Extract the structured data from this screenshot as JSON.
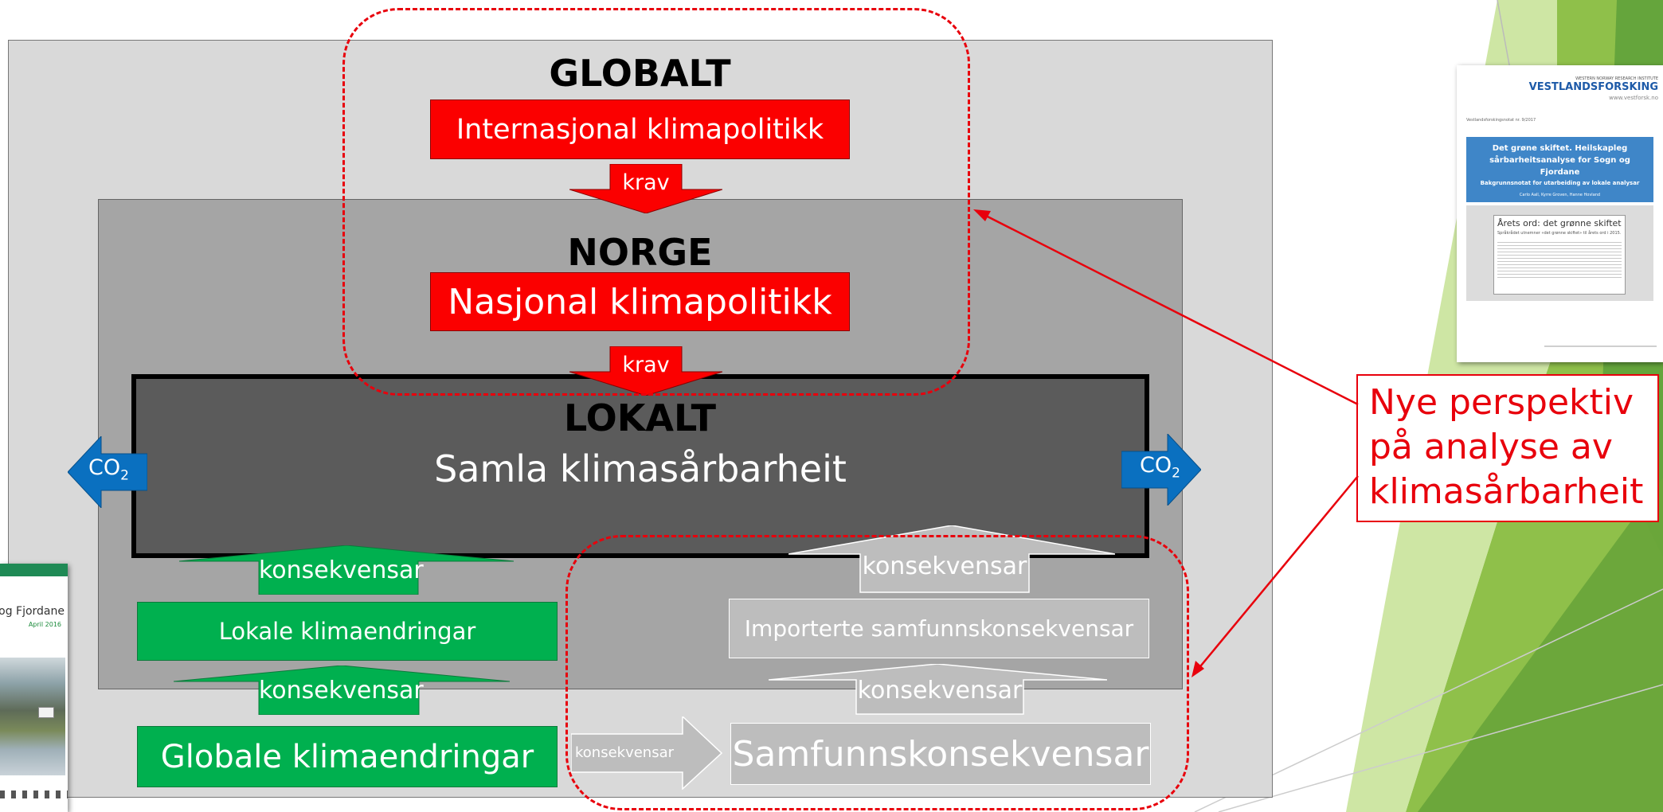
{
  "global": {
    "title": "GLOBALT",
    "policy": "Internasjonal klimapolitikk"
  },
  "national": {
    "title": "NORGE",
    "policy": "Nasjonal klimapolitikk"
  },
  "local": {
    "title": "LOKALT",
    "subtitle": "Samla klimasårbarheit"
  },
  "arrows": {
    "krav_1": "krav",
    "krav_2": "krav",
    "co2_left": "CO",
    "co2_right": "CO",
    "co2_sub": "2",
    "kons_green_top": "konsekvensar",
    "kons_green_bottom": "konsekvensar",
    "kons_grey_top": "konsekvensar",
    "kons_grey_bottom": "konsekvensar",
    "kons_side": "konsekvensar"
  },
  "boxes": {
    "lokale": "Lokale klimaendringar",
    "globale": "Globale klimaendringar",
    "importerte": "Importerte samfunnskonsekvensar",
    "samfunn": "Samfunnskonsekvensar"
  },
  "callout": {
    "line1": "Nye perspektiv",
    "line2": "på analyse av",
    "line3": "klimasårbarheit"
  },
  "report_right": {
    "institute_small": "WESTERN NORWAY RESEARCH INSTITUTE",
    "institute": "VESTLANDSFORSKING",
    "url": "www.vestforsk.no",
    "note_no": "Vestlandsforskingsnotat nr. 9/2017",
    "title": "Det grøne skiftet. Heilskapleg sårbarheitsanalyse for Sogn og Fjordane",
    "subtitle": "Bakgrunnsnotat for utarbeiding av lokale analysar",
    "authors": "Carlo Aall, Kyrre Groven, Hanne Hovland",
    "word_title": "Årets ord: det grønne skiftet",
    "word_sub": "Språkrådet utnemner «det grønne skiftet» til årets ord i 2015."
  },
  "report_left": {
    "title": "og Fjordane",
    "date": "April 2016"
  },
  "colors": {
    "red": "#fb0000",
    "green": "#00b04f",
    "blue": "#0a70c0",
    "grey": "#bdbdbd",
    "darkgrey": "#5b5b5b"
  }
}
